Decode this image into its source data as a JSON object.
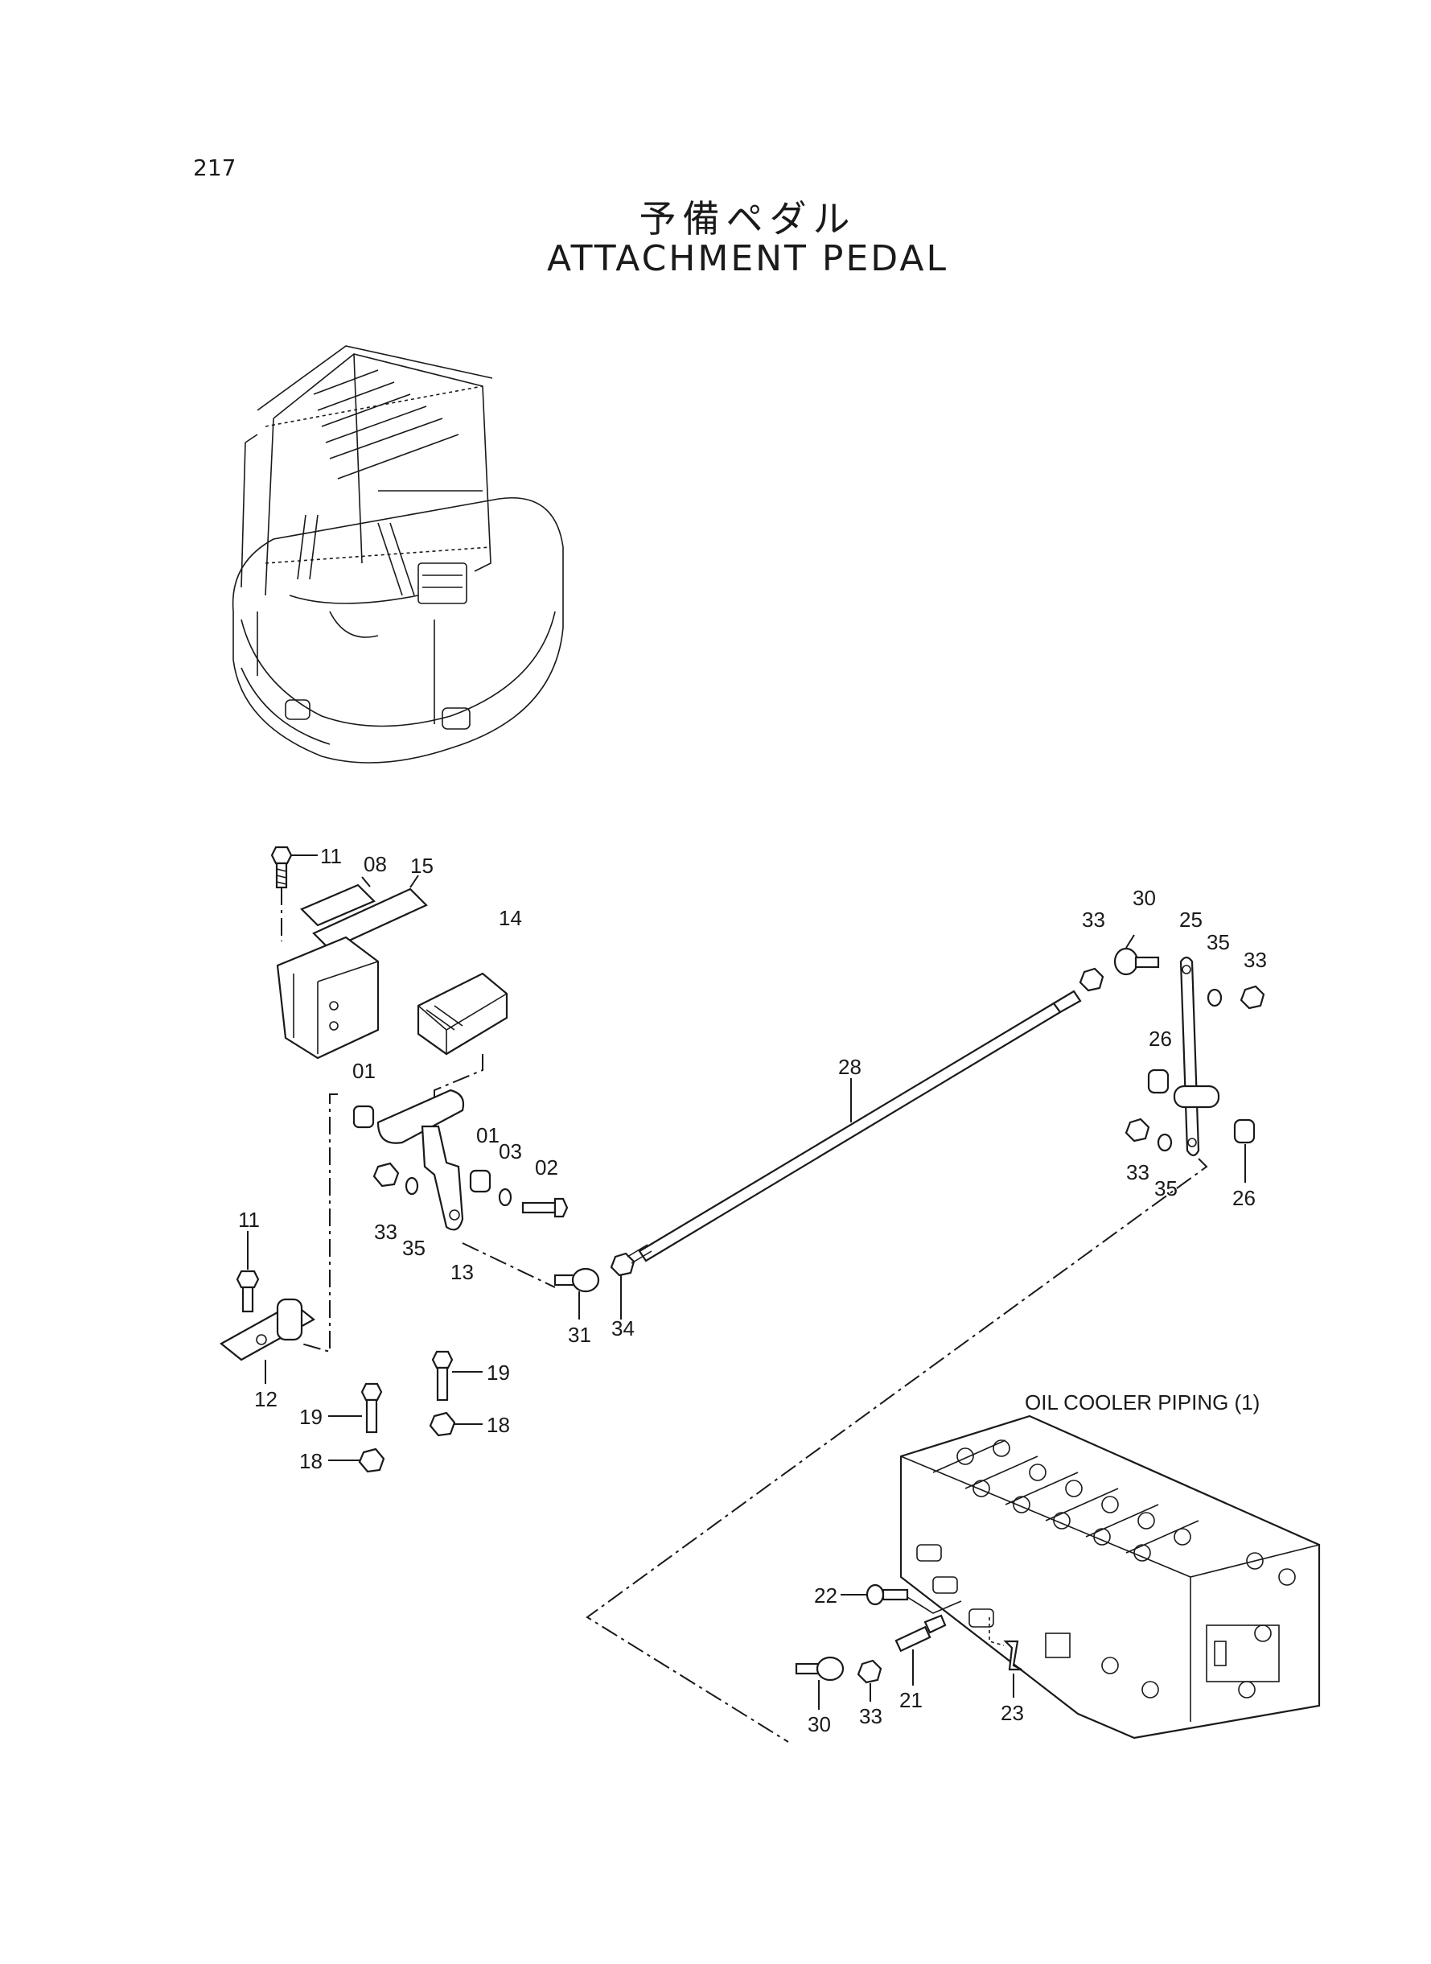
{
  "page": {
    "number": "217",
    "title_jp": "予備ペダル",
    "title_en": "ATTACHMENT  PEDAL"
  },
  "reference": {
    "label": "OIL COOLER  PIPING (1)"
  },
  "callouts": {
    "c11a": "11",
    "c08": "08",
    "c15": "15",
    "c14": "14",
    "c01a": "01",
    "c01b": "01",
    "c03": "03",
    "c02": "02",
    "c33a": "33",
    "c35a": "35",
    "c13": "13",
    "c11b": "11",
    "c12": "12",
    "c19a": "19",
    "c19b": "19",
    "c18a": "18",
    "c18b": "18",
    "c31": "31",
    "c34": "34",
    "c28": "28",
    "c33b": "33",
    "c30a": "30",
    "c25": "25",
    "c35b": "35",
    "c33c": "33",
    "c26a": "26",
    "c33d": "33",
    "c35c": "35",
    "c26b": "26",
    "c22": "22",
    "c21": "21",
    "c23": "23",
    "c33e": "33",
    "c30b": "30"
  }
}
